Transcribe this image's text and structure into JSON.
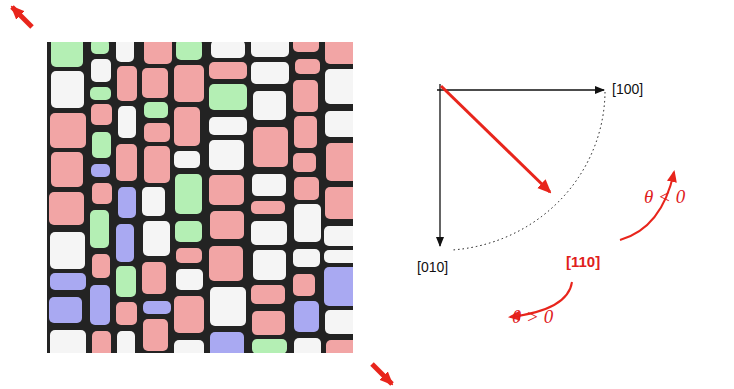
{
  "diagram": {
    "labels": [
      "[100]",
      "[010]",
      "[110]",
      "θ < 0",
      "θ > 0"
    ]
  }
}
